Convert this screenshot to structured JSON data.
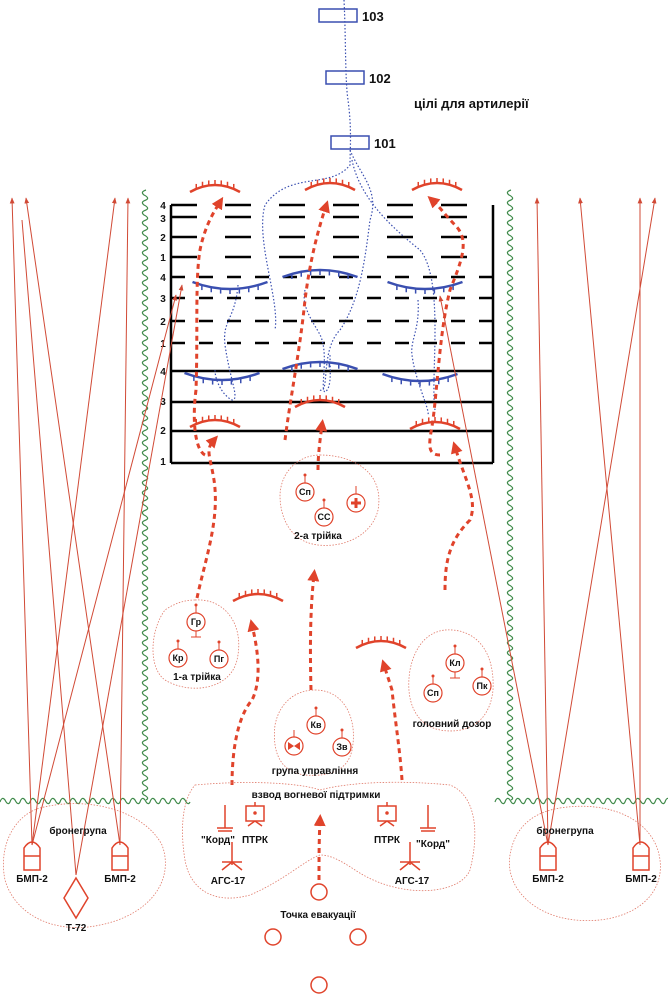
{
  "targets": {
    "t103": "103",
    "t102": "102",
    "t101": "101",
    "caption": "цілі для артилерії"
  },
  "grid_levels": {
    "l4": "4",
    "l3": "3",
    "l2": "2",
    "l1": "1"
  },
  "groups": {
    "second_triple": {
      "label": "2-а трійка",
      "units": [
        "Сп",
        "СС"
      ]
    },
    "first_triple": {
      "label": "1-а трійка",
      "units": [
        "Гр",
        "Кр",
        "Пг"
      ]
    },
    "head_patrol": {
      "label": "головний дозор",
      "units": [
        "Кл",
        "Сп",
        "Пк"
      ]
    },
    "command_group": {
      "label": "група управління",
      "units": [
        "Кв",
        "Зв"
      ]
    },
    "fire_support": {
      "label": "взвод вогневої підтримки",
      "units": [
        "\"Корд\"",
        "ПТРК",
        "АГС-17",
        "ПТРК",
        "\"Корд\"",
        "АГС-17"
      ]
    },
    "evacuation": {
      "label": "Точка евакуації"
    },
    "armor_left": {
      "label": "бронегрупа",
      "units": [
        "БМП-2",
        "БМП-2",
        "Т-72"
      ]
    },
    "armor_right": {
      "label": "бронегрупа",
      "units": [
        "БМП-2",
        "БМП-2"
      ]
    }
  },
  "colors": {
    "friendly": "#e0432b",
    "enemy": "#3a4fb0",
    "treeline": "#3f8a4a",
    "grid": "#000000"
  }
}
